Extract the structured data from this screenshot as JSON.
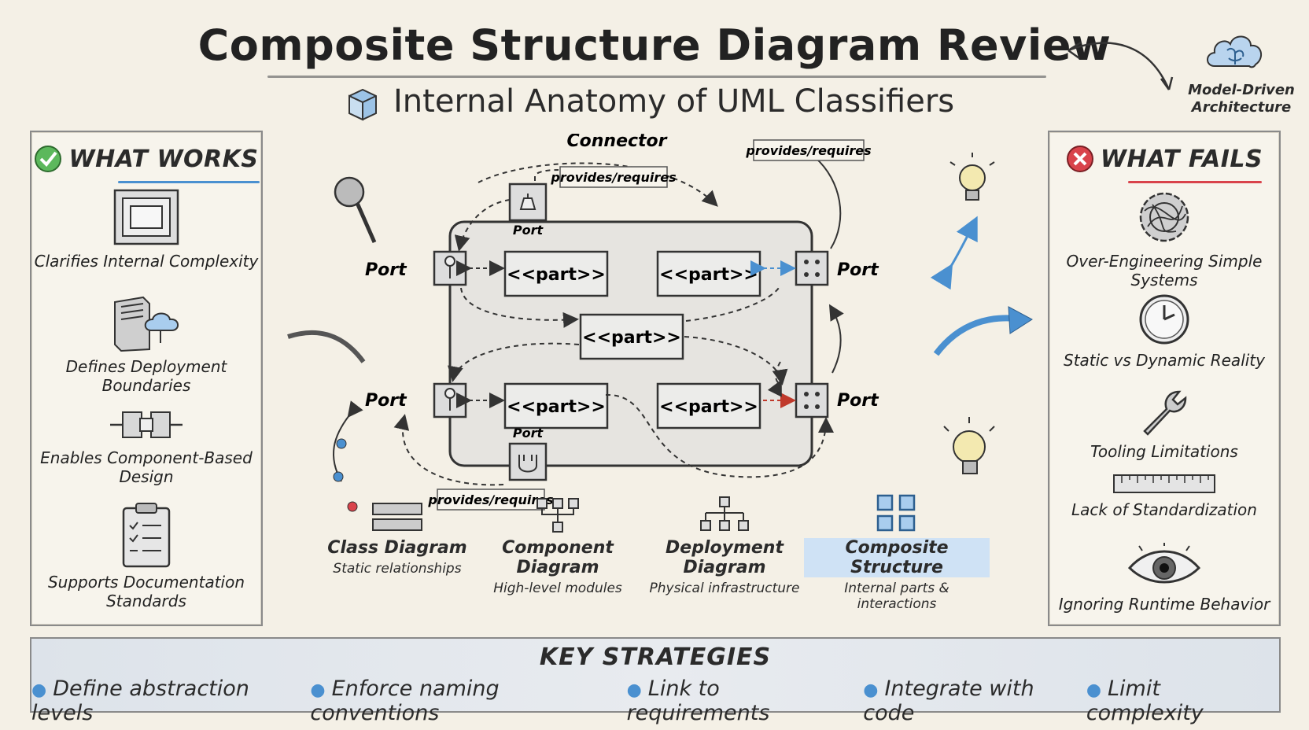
{
  "title": "Composite Structure Diagram Review",
  "subtitle": "Internal Anatomy of UML Classifiers",
  "mda_label": "Model-Driven Architecture",
  "left_panel": {
    "heading": "WHAT WORKS",
    "items": [
      {
        "label": "Clarifies Internal Complexity",
        "icon": "framed-box-icon"
      },
      {
        "label": "Defines Deployment Boundaries",
        "icon": "server-cloud-icon"
      },
      {
        "label": "Enables Component-Based Design",
        "icon": "component-connector-icon"
      },
      {
        "label": "Supports Documentation Standards",
        "icon": "clipboard-checklist-icon"
      }
    ]
  },
  "right_panel": {
    "heading": "WHAT FAILS",
    "items": [
      {
        "label": "Over-Engineering Simple Systems",
        "icon": "tangled-gears-icon"
      },
      {
        "label": "Static vs Dynamic Reality",
        "icon": "clock-icon"
      },
      {
        "label": "Tooling Limitations",
        "icon": "wrench-icon"
      },
      {
        "label": "Lack of Standardization",
        "icon": "ruler-icon"
      },
      {
        "label": "Ignoring Runtime Behavior",
        "icon": "eye-icon"
      }
    ]
  },
  "diagram": {
    "connector_label": "Connector",
    "provides_requires": "provides/requires",
    "port_label": "Port",
    "part_label": "<<part>>"
  },
  "diagram_types": [
    {
      "title": "Class Diagram",
      "subtitle": "Static relationships"
    },
    {
      "title": "Component Diagram",
      "subtitle": "High-level modules"
    },
    {
      "title": "Deployment Diagram",
      "subtitle": "Physical infrastructure"
    },
    {
      "title": "Composite Structure",
      "subtitle": "Internal parts & interactions"
    }
  ],
  "strategies": {
    "heading": "KEY STRATEGIES",
    "items": [
      "Define abstraction levels",
      "Enforce naming conventions",
      "Link to requirements",
      "Integrate with code",
      "Limit complexity"
    ]
  },
  "colors": {
    "works_accent": "#4caf50",
    "fails_accent": "#d9434b",
    "highlight": "#4a90d0"
  }
}
